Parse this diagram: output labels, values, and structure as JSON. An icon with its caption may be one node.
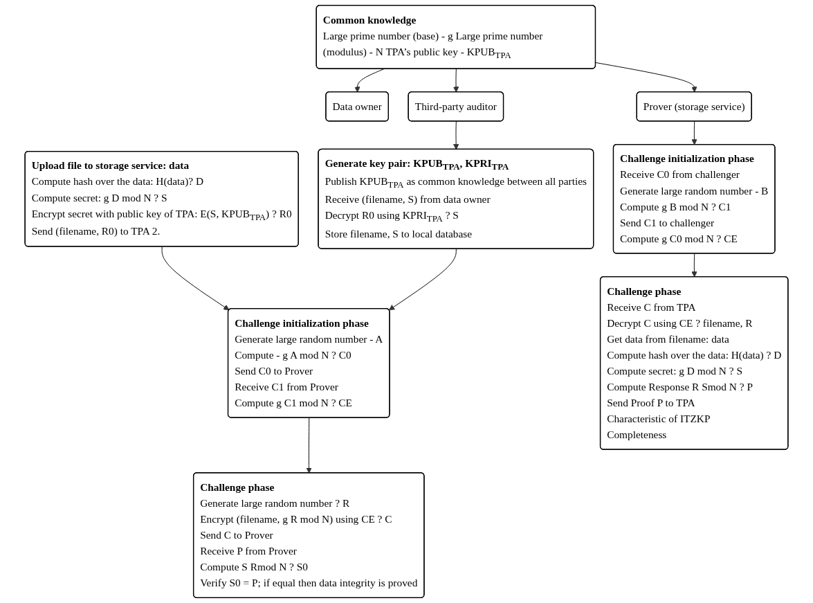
{
  "diagram": {
    "nodes": [
      {
        "text": [
          "Common knowledge",
          "Large prime number (base) - g Large prime number (modulus) - N TPA’s public key - KPUB$_{TPA}$"
        ]
      },
      {
        "text": [
          "Data owner"
        ]
      },
      {
        "text": [
          "Third-party auditor"
        ]
      },
      {
        "text": [
          "Prover (storage service)"
        ]
      },
      {
        "text": [
          "Upload file to storage service: data",
          "Compute hash over the data: H(data)? D",
          "Compute secret: g D mod N ? S",
          "Encrypt secret with public key of TPA: E(S, KPUB$_{TPA}$) ? R0",
          "Send (filename, R0) to TPA 2."
        ]
      },
      {
        "text": [
          "Generate key pair: KPUB$_{TPA}$, KPRI$_{TPA}$",
          "Publish KPUB$_{TPA}$ as common knowledge between all parties",
          "Receive (filename, S) from data owner",
          "Decrypt R0 using KPRI$_{TPA}$ ? S",
          "Store filename, S to local database"
        ]
      },
      {
        "text": [
          "Challenge initialization phase",
          "Receive C0 from challenger",
          "Generate large random number - B",
          "Compute g B mod N ? C1",
          "Send C1 to challenger",
          "Compute g C0 mod N ? CE"
        ]
      },
      {
        "text": [
          "Challenge initialization phase",
          "Generate large random number - A",
          "Compute - g A mod N ? C0",
          "Send C0 to Prover",
          "Receive C1 from Prover",
          "Compute g C1 mod N ? CE"
        ]
      },
      {
        "text": [
          "Challenge phase",
          "Generate large random number ? R",
          "Encrypt (filename, g R mod N) using CE ? C",
          "Send C to Prover",
          "Receive P from Prover",
          "Compute S Rmod N ? S0",
          "Verify S0 = P; if equal then data integrity is proved"
        ]
      },
      {
        "text": [
          "Challenge phase",
          "Receive C from TPA",
          "Decrypt C using CE ?  filename, R",
          "Get data from filename: data",
          "Compute hash over the data: H(data) ? D",
          "Compute secret: g D mod N ? S",
          "Compute Response R Smod N ? P",
          "Send Proof P to TPA",
          "Characteristic of ITZKP",
          "Completeness"
        ]
      }
    ],
    "edges": [
      {
        "from": 0,
        "to": 1,
        "arrow": "to"
      },
      {
        "from": 0,
        "to": 2,
        "arrow": "to"
      },
      {
        "from": 0,
        "to": 3,
        "arrow": "to"
      },
      {
        "from": 2,
        "to": 5,
        "arrow": "to"
      },
      {
        "from": 3,
        "to": 6,
        "arrow": "to"
      },
      {
        "from": 4,
        "to": 7,
        "arrow": "to"
      },
      {
        "from": 5,
        "to": 7,
        "arrow": "to"
      },
      {
        "from": 7,
        "to": 8,
        "arrow": "to"
      },
      {
        "from": 6,
        "to": 9,
        "arrow": "to"
      }
    ]
  }
}
